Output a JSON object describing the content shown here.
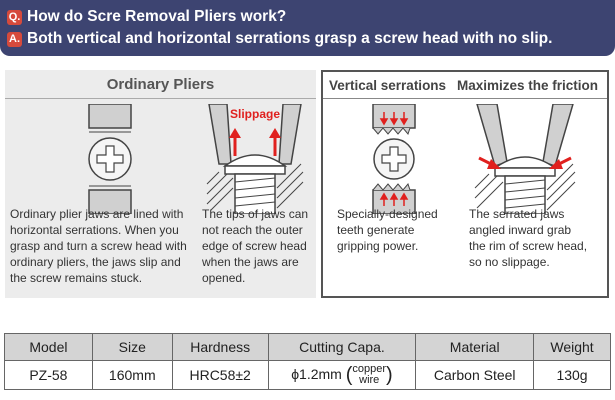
{
  "qa": {
    "q_mark": "Q.",
    "question": "How do Scre Removal Pliers work?",
    "a_mark": "A.",
    "answer": "Both vertical and horizontal serrations grasp a screw head with no slip."
  },
  "ordinary": {
    "title": "Ordinary Pliers",
    "slippage_label": "Slippage",
    "caption_1": [
      "Ordinary plier jaws are lined with",
      "horizontal serrations. When you",
      "grasp and turn a screw head with",
      "ordinary pliers, the jaws slip and",
      "the screw remains stuck."
    ],
    "caption_2": [
      "The tips of jaws can",
      "not reach the outer",
      "edge of screw head",
      "when the jaws are",
      "opened."
    ]
  },
  "vertical": {
    "title": "Vertical serrations",
    "caption": [
      "Specially-designed",
      "teeth generate",
      "gripping power."
    ]
  },
  "friction": {
    "title": "Maximizes the friction",
    "caption": [
      "The serrated jaws",
      "angled inward grab",
      "the rim of screw head,",
      "so no slippage."
    ]
  },
  "spec_table": {
    "headers": [
      "Model",
      "Size",
      "Hardness",
      "Cutting Capa.",
      "Material",
      "Weight"
    ],
    "row": {
      "model": "PZ-58",
      "size": "160mm",
      "hardness": "HRC58±2",
      "cutting_value": "ϕ1.2mm",
      "cutting_paren_open": "(",
      "cutting_note_1": "copper",
      "cutting_note_2": "wire",
      "cutting_paren_close": ")",
      "material": "Carbon Steel",
      "weight": "130g"
    }
  },
  "colors": {
    "header_bg": "#3d4471",
    "accent_red": "#d64a3c",
    "arrow_red": "#e0201e",
    "panel_bg": "#ececec"
  }
}
